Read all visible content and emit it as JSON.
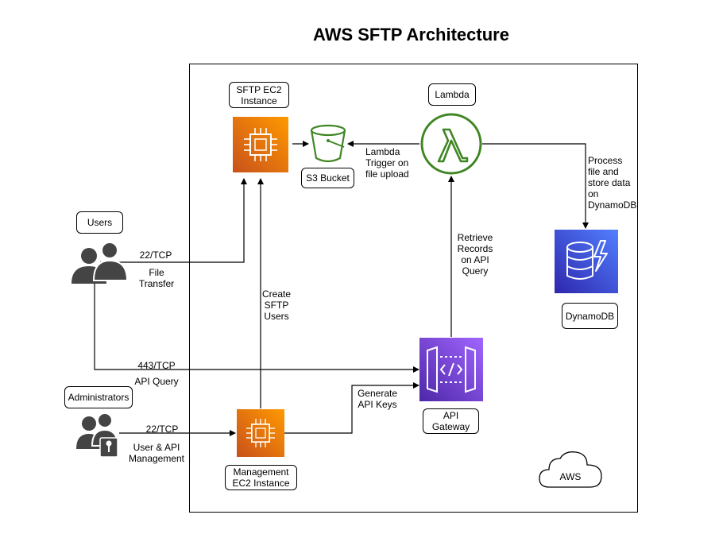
{
  "title": "AWS SFTP Architecture",
  "nodes": {
    "sftp_ec2": "SFTP EC2\nInstance",
    "s3": "S3 Bucket",
    "lambda": "Lambda",
    "users": "Users",
    "administrators": "Administrators",
    "dynamodb": "DynamoDB",
    "api_gateway": "API\nGateway",
    "mgmt_ec2": "Management\nEC2 Instance",
    "aws_cloud": "AWS"
  },
  "edges": {
    "users_port": "22/TCP",
    "users_desc": "File\nTransfer",
    "users_api_port": "443/TCP",
    "users_api_desc": "API Query",
    "admin_port": "22/TCP",
    "admin_desc": "User & API\nManagement",
    "create_users": "Create\nSFTP\nUsers",
    "generate_keys": "Generate\nAPI Keys",
    "lambda_trigger": "Lambda\nTrigger on\nfile upload",
    "process": "Process\nfile and\nstore data\non\nDynamoDB",
    "retrieve": "Retrieve\nRecords\non API\nQuery"
  },
  "colors": {
    "ec2": "#ed7100",
    "s3": "#3f8624",
    "lambda": "#3f8624",
    "api_gateway": "#8c4fff",
    "dynamodb": "#3b48cc",
    "person": "#444444"
  }
}
